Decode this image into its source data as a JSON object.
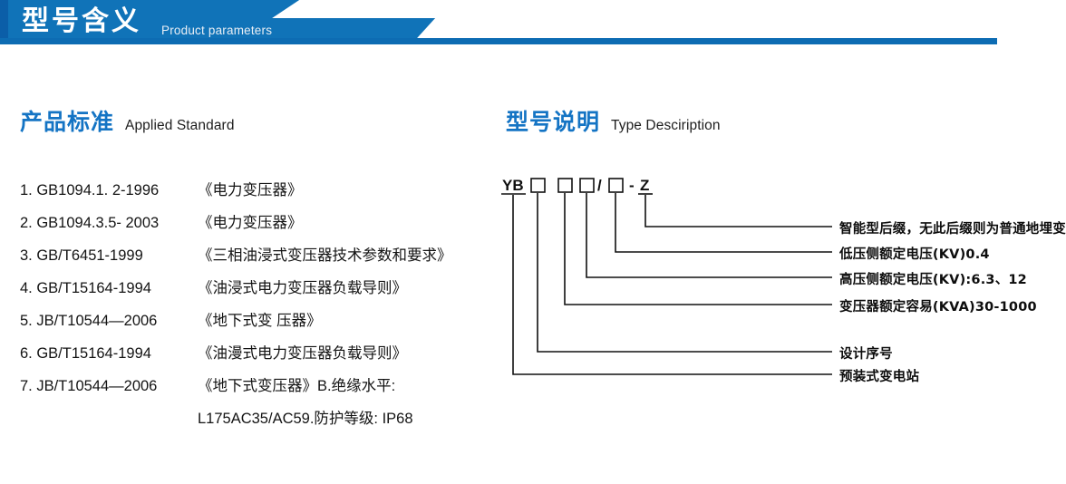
{
  "banner": {
    "title": "型号含义",
    "subtitle": "Product parameters",
    "color_dark": "#0b5ea8",
    "color_main": "#1073b8",
    "color_bar": "#0d6cb3"
  },
  "sections": {
    "standard": {
      "heading_cn": "产品标准",
      "heading_en": "Applied Standard",
      "accent": "#1474c4",
      "items": [
        {
          "code": "1. GB1094.1. 2-1996",
          "name": "《电力变压器》"
        },
        {
          "code": "2. GB1094.3.5- 2003",
          "name": "《电力变压器》"
        },
        {
          "code": "3. GB/T6451-1999",
          "name": "《三相油浸式变压器技术参数和要求》"
        },
        {
          "code": "4. GB/T15164-1994",
          "name": "《油浸式电力变压器负载导则》"
        },
        {
          "code": "5. JB/T10544—2006",
          "name": "《地下式变 压器》"
        },
        {
          "code": "6. GB/T15164-1994",
          "name": "《油漫式电力变压器负载导则》"
        },
        {
          "code": "7. JB/T10544—2006",
          "name": "《地下式变压器》B.绝缘水平:"
        },
        {
          "code": "",
          "name": "L175AC35/AC59.防护等级: IP68",
          "continuation": true
        }
      ]
    },
    "type": {
      "heading_cn": "型号说明",
      "heading_en": "Type Desciription",
      "accent": "#1474c4",
      "code_parts": {
        "prefix": "YB",
        "slash": "/",
        "dash": "-",
        "suffix": "Z"
      },
      "callouts": [
        {
          "id": "suffix",
          "text": "智能型后缀，无此后缀则为普通地埋变"
        },
        {
          "id": "lv",
          "text": "低压侧额定电压(KV)0.4"
        },
        {
          "id": "hv",
          "text": "高压侧额定电压(KV):6.3、12"
        },
        {
          "id": "capacity",
          "text": "变压器额定容易(KVA)30-1000"
        },
        {
          "id": "design-no",
          "text": "设计序号"
        },
        {
          "id": "station",
          "text": "预装式变电站"
        }
      ]
    }
  }
}
